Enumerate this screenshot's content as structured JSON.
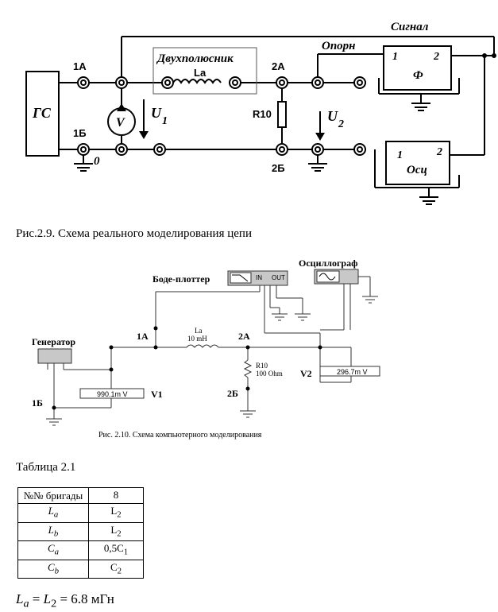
{
  "fig1": {
    "labels": {
      "signal": "Сигнал",
      "oporn": "Опорн",
      "gs": "ГС",
      "n1a": "1А",
      "n1b": "1Б",
      "dvuh": "Двухполюсник",
      "la": "La",
      "n2a": "2А",
      "n2b": "2Б",
      "r10": "R10",
      "v": "V",
      "u1": "U",
      "u1sub": "1",
      "u2": "U",
      "u2sub": "2",
      "zero": "0",
      "phi": "Ф",
      "osc": "Осц",
      "p1": "1",
      "p2": "2",
      "p1b": "1",
      "p2b": "2"
    },
    "caption": "Рис.2.9. Схема реального моделирования цепи"
  },
  "fig2": {
    "labels": {
      "bode": "Боде-плоттер",
      "osc": "Осциллограф",
      "gen": "Генератор",
      "n1a": "1А",
      "n1b": "1Б",
      "la": "La",
      "la_val": "10 mH",
      "n2a": "2А",
      "n2b": "2Б",
      "r10": "R10",
      "r10_val": "100 Ohm",
      "v1": "V1",
      "v2": "V2",
      "v1_reading": "990.1m V",
      "v2_reading": "296.7m V",
      "in": "IN",
      "out": "OUT"
    },
    "caption": "Рис. 2.10. Схема компьютерного моделирования"
  },
  "table": {
    "title": "Таблица 2.1",
    "header": "№№ бригады",
    "header_value": "8",
    "rows": [
      {
        "label": "L",
        "sub": "a",
        "value": "L",
        "vsub": "2"
      },
      {
        "label": "L",
        "sub": "b",
        "value": "L",
        "vsub": "2"
      },
      {
        "label": "C",
        "sub": "a",
        "value": "0,5C",
        "vsub": "1"
      },
      {
        "label": "C",
        "sub": "b",
        "value": "C",
        "vsub": "2"
      }
    ]
  },
  "formula": {
    "lhs": "L",
    "lhs_sub": "a",
    "mid": "L",
    "mid_sub": "2",
    "rhs": "6.8 мГн"
  }
}
